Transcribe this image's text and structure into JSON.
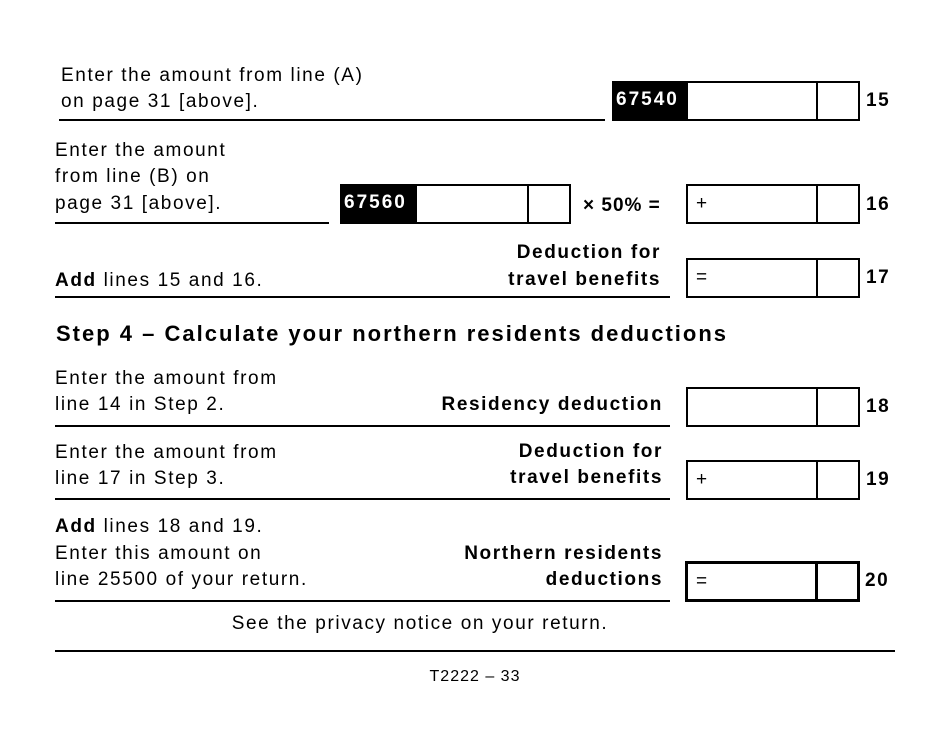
{
  "form": {
    "form_id": "T2222 – 33",
    "privacy_notice": "See the privacy notice on your return."
  },
  "line15": {
    "label_line1": "Enter the amount from line (A)",
    "label_line2": "on page 31 [above].",
    "code": "67540",
    "value": "",
    "cents": "",
    "line_number": "15"
  },
  "line16": {
    "label_line1": "Enter the amount",
    "label_line2": "from line (B) on",
    "label_line3": "page 31 [above].",
    "code": "67560",
    "input_value": "",
    "input_cents": "",
    "operator": "× 50% =",
    "sign": "+",
    "value": "",
    "cents": "",
    "line_number": "16"
  },
  "line17": {
    "label_bold": "Add",
    "label_rest": " lines 15 and 16.",
    "title_line1": "Deduction for",
    "title_line2": "travel benefits",
    "sign": "=",
    "value": "",
    "cents": "",
    "line_number": "17"
  },
  "step4": {
    "heading": "Step 4 – Calculate your northern residents deductions"
  },
  "line18": {
    "label_line1": "Enter the amount from",
    "label_line2": "line 14 in Step 2.",
    "title": "Residency deduction",
    "value": "",
    "cents": "",
    "line_number": "18"
  },
  "line19": {
    "label_line1": "Enter the amount from",
    "label_line2": "line 17 in Step 3.",
    "title_line1": "Deduction for",
    "title_line2": "travel benefits",
    "sign": "+",
    "value": "",
    "cents": "",
    "line_number": "19"
  },
  "line20": {
    "label_bold": "Add",
    "label_rest": " lines 18 and 19.",
    "label_line2": "Enter this amount on",
    "label_line3": "line 25500 of your return.",
    "title_line1": "Northern residents",
    "title_line2": "deductions",
    "sign": "=",
    "value": "",
    "cents": "",
    "line_number": "20"
  }
}
